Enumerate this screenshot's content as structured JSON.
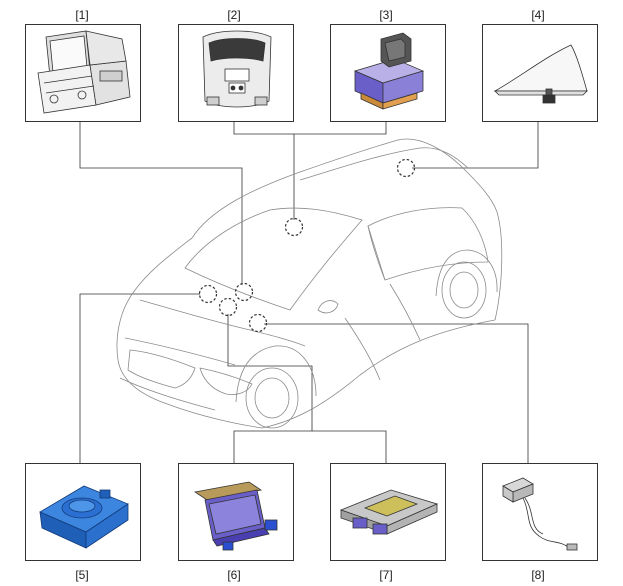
{
  "labels": {
    "c1": "[1]",
    "c2": "[2]",
    "c3": "[3]",
    "c4": "[4]",
    "c5": "[5]",
    "c6": "[6]",
    "c7": "[7]",
    "c8": "[8]"
  },
  "colors": {
    "line": "#333333",
    "car_line": "#8a8a8a",
    "blue": "#2a6fd1",
    "purple": "#6a5fc8",
    "khaki": "#cdbf5a",
    "gray": "#9a9a9a"
  }
}
